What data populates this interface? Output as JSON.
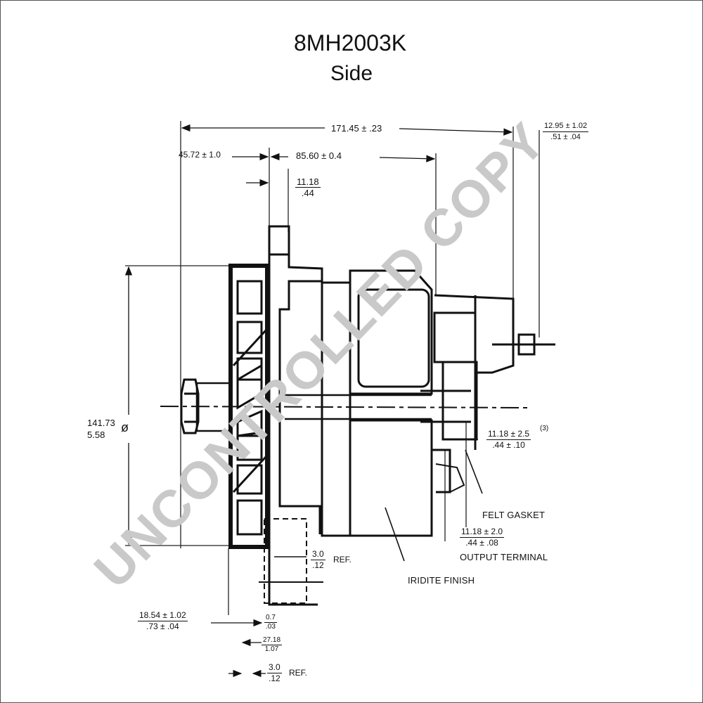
{
  "title": "8MH2003K",
  "subtitle": "Side",
  "watermark": "UNCONTROLLED COPY",
  "dimensions": {
    "overall_length": "171.45 ± .23",
    "front_offset": "45.72 ± 1.0",
    "body_length": "85.60 ± 0.4",
    "pulley_width": {
      "top": "11.18",
      "bottom": ".44"
    },
    "terminal_offset": {
      "top": "12.95 ± 1.02",
      "bottom": ".51 ± .04"
    },
    "diameter": {
      "top": "141.73",
      "bottom": "5.58",
      "symbol": "ø"
    },
    "rear_offset": {
      "top": "11.18 ± 2.5",
      "bottom": ".44 ± .10",
      "note": "(3)"
    },
    "terminal_length": {
      "top": "11.18 ± 2.0",
      "bottom": ".44 ± .08"
    },
    "ref_upper": {
      "top": "3.0",
      "bottom": ".12",
      "suffix": "REF."
    },
    "bottom_left": {
      "top": "18.54 ± 1.02",
      "bottom": ".73 ± .04"
    },
    "bottom_small": {
      "top": "0.7",
      "bottom": ".03"
    },
    "bottom_mid": {
      "top": "27.18",
      "bottom": "1.07"
    },
    "ref_lower": {
      "top": "3.0",
      "bottom": ".12",
      "suffix": "REF."
    }
  },
  "labels": {
    "felt_gasket": "FELT GASKET",
    "output_terminal": "OUTPUT TERMINAL",
    "iridite_finish": "IRIDITE FINISH"
  }
}
